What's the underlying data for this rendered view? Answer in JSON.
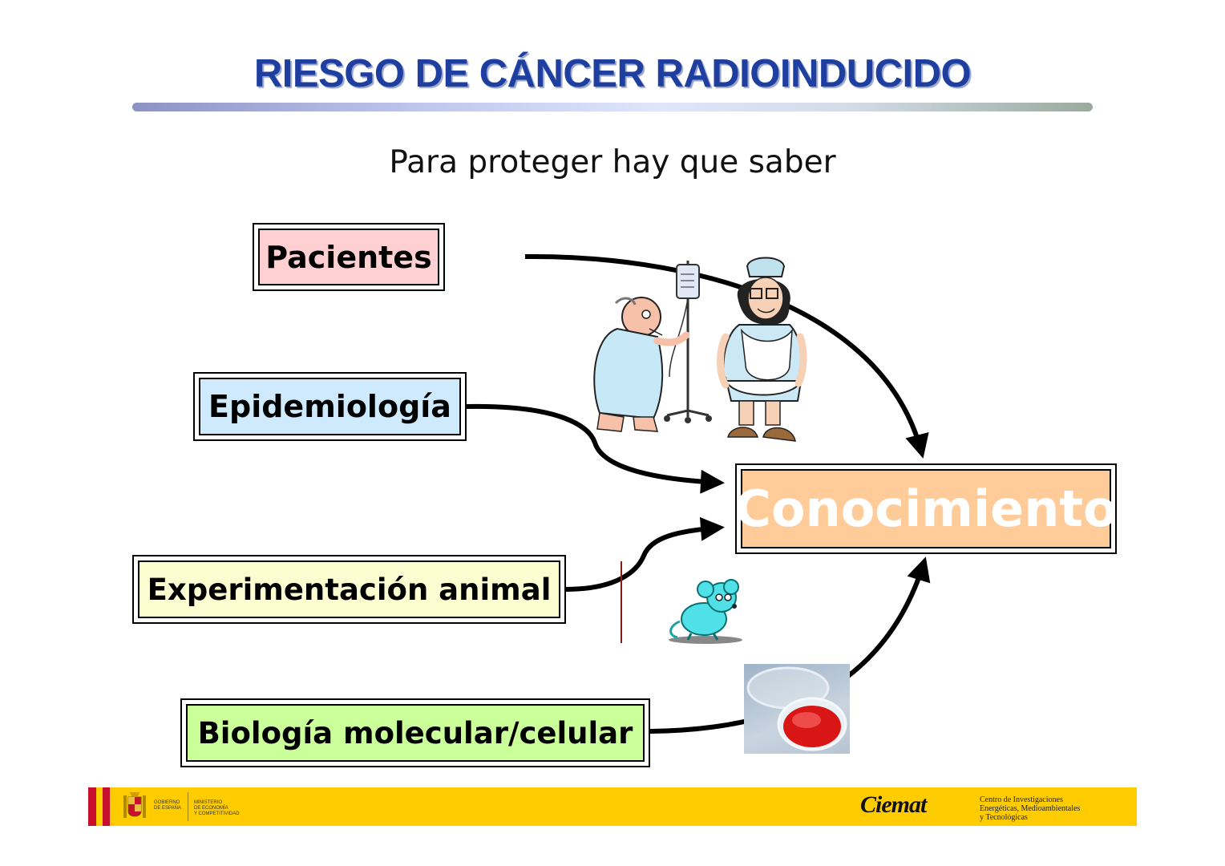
{
  "title": "RIESGO DE CÁNCER RADIOINDUCIDO",
  "subtitle": "Para proteger hay que saber",
  "boxes": {
    "pacientes": "Pacientes",
    "epidemiologia": "Epidemiología",
    "experimentacion": "Experimentación animal",
    "biologia": "Biología molecular/celular",
    "conocimiento": "Conocimiento"
  },
  "footer": {
    "gobierno": [
      "GOBIERNO",
      "DE ESPAÑA"
    ],
    "ministerio": [
      "MINISTERIO",
      "DE ECONOMÍA",
      "Y COMPETITIVIDAD"
    ],
    "ciemat": "Ciemat",
    "ciemat_desc": [
      "Centro de Investigaciones",
      "Energéticas, Medioambientales",
      "y Tecnológicas"
    ]
  },
  "colors": {
    "title": "#1e3fa0",
    "pacientes_bg": "#ffd0d2",
    "epidemiologia_bg": "#cfe9fd",
    "experimentacion_bg": "#fdfdd2",
    "biologia_bg": "#caff9a",
    "conocimiento_bg": "#ffcc99",
    "footer_bg": "#ffcc00"
  },
  "icons": [
    "patient-with-iv-icon",
    "nurse-icon",
    "mouse-icon",
    "petri-dish-icon",
    "spain-coat-of-arms-icon"
  ]
}
